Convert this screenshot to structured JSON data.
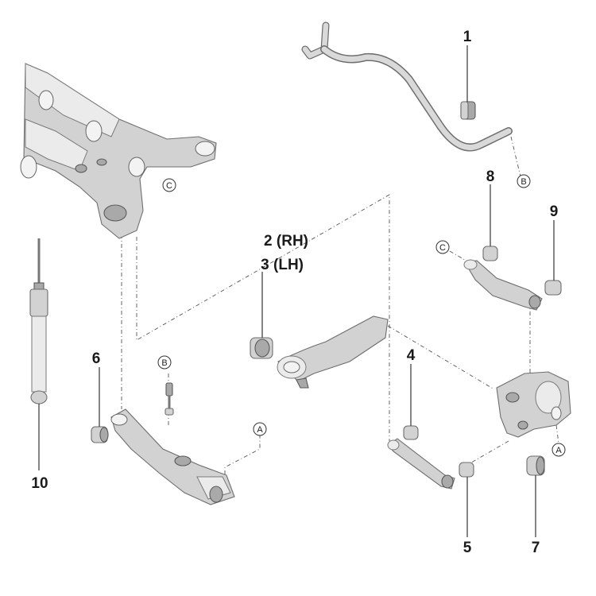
{
  "callouts": {
    "c1": "1",
    "c2": "2 (RH)",
    "c3": "3 (LH)",
    "c4": "4",
    "c5": "5",
    "c6": "6",
    "c7": "7",
    "c8": "8",
    "c9": "9",
    "c10": "10"
  },
  "refs": {
    "A": "A",
    "B": "B",
    "C": "C"
  }
}
